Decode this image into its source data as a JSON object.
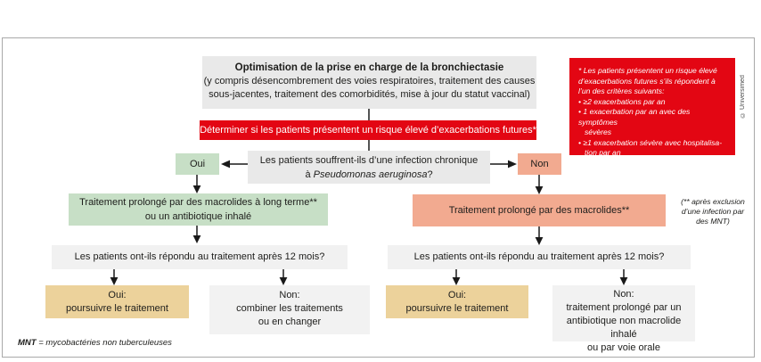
{
  "colors": {
    "red": "#e30613",
    "green": "#c7dfc6",
    "salmon": "#f2aa90",
    "yellow": "#ecd29b",
    "gray_box": "#e9e9e9",
    "gray_light": "#f2f2f2",
    "frame_border": "#a9a9a9",
    "text": "#1d1d1b"
  },
  "copyright": "© Universimed",
  "top_box": {
    "title": "Optimisation de la prise en charge de la bronchiectasie",
    "line2": "(y compris désencombrement des voies respiratoires, traitement des causes",
    "line3": "sous-jacentes, traitement des comorbidités, mise à jour du statut vaccinal)"
  },
  "risk_banner": "Déterminer si les patients présentent un risque élevé d’exacerbations futures*",
  "risk_note": {
    "lines": [
      "* Les patients présentent un risque élevé",
      "d’exacerbations futures s’ils répondent à",
      "l’un des critères suivants:",
      "• ≥2 exacerbations par an",
      "• 1 exacerbation par an avec des symptômes",
      "sévères",
      "• ≥1 exacerbation sévère avec hospitalisa-",
      "tion par an"
    ]
  },
  "question1": {
    "line1": "Les patients souffrent-ils d’une infection chronique",
    "prefix": "à ",
    "italic": "Pseudomonas aeruginosa",
    "suffix": "?"
  },
  "oui": "Oui",
  "non": "Non",
  "left_branch": {
    "treatment_line1": "Traitement prolongé par des macrolides à long terme**",
    "treatment_line2": "ou un antibiotique inhalé",
    "question": "Les patients ont-ils répondu au traitement après 12 mois?",
    "yes_box": [
      "Oui:",
      "poursuivre le traitement"
    ],
    "no_box": [
      "Non:",
      "combiner les traitements",
      "ou en changer"
    ]
  },
  "right_branch": {
    "treatment": "Traitement prolongé par des macrolides**",
    "side_note": [
      "(** après exclusion",
      "d’une infection par",
      "des MNT)"
    ],
    "question": "Les patients ont-ils répondu au traitement après 12 mois?",
    "yes_box": [
      "Oui:",
      "poursuivre le traitement"
    ],
    "no_box": [
      "Non:",
      "traitement prolongé par un",
      "antibiotique non macrolide inhalé",
      "ou par voie orale"
    ]
  },
  "footnote": {
    "abbr": "MNT",
    "rest": " = mycobactéries non tuberculeuses"
  }
}
